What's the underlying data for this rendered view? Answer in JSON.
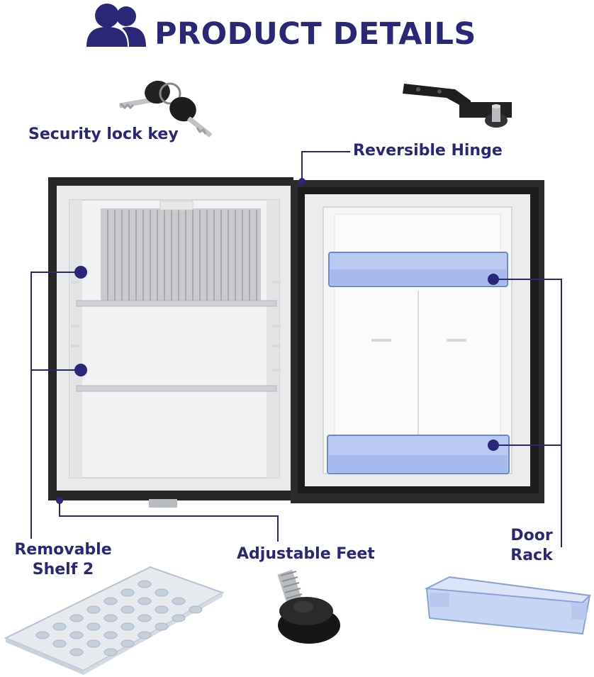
{
  "header": {
    "title": "PRODUCT DETAILS",
    "icon": "users-icon",
    "accent_color": "#2a2778"
  },
  "callouts": {
    "lock_key": "Security lock key",
    "hinge": "Reversible Hinge",
    "shelf_line1": "Removable",
    "shelf_line2": "Shelf 2",
    "feet": "Adjustable Feet",
    "rack_line1": "Door",
    "rack_line2": "Rack"
  }
}
